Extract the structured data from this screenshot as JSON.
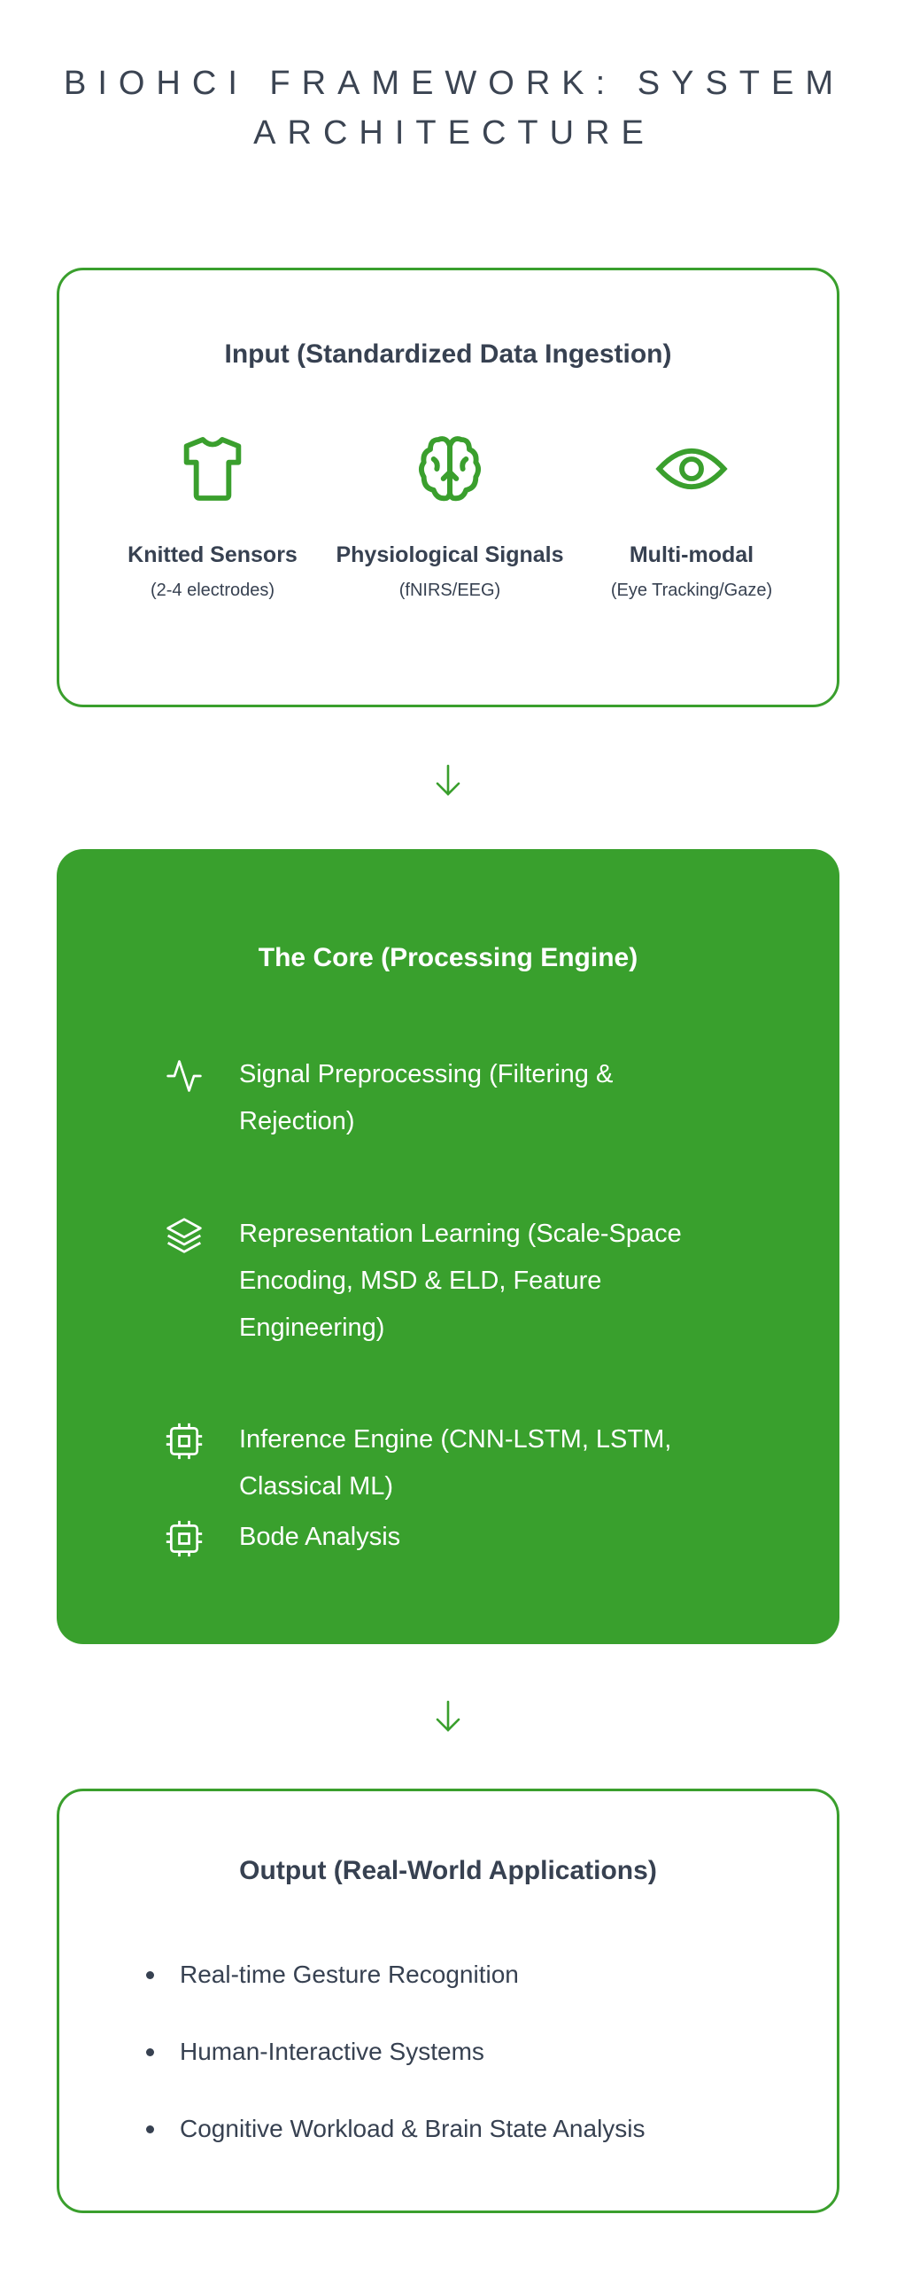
{
  "title": "BIOHCI FRAMEWORK: SYSTEM ARCHITECTURE",
  "colors": {
    "accent": "#39a02d",
    "text": "#374151"
  },
  "input": {
    "heading": "Input (Standardized Data Ingestion)",
    "columns": [
      {
        "icon": "shirt-icon",
        "label": "Knitted Sensors",
        "sub": "(2-4 electrodes)"
      },
      {
        "icon": "brain-icon",
        "label": "Physiological Signals",
        "sub": "(fNIRS/EEG)"
      },
      {
        "icon": "eye-icon",
        "label": "Multi-modal",
        "sub": "(Eye Tracking/Gaze)"
      }
    ]
  },
  "core": {
    "heading": "The Core (Processing Engine)",
    "items": [
      {
        "icon": "activity-icon",
        "text": "Signal Preprocessing (Filtering & Rejection)"
      },
      {
        "icon": "layers-icon",
        "text": "Representation Learning (Scale-Space Encoding, MSD & ELD, Feature Engineering)"
      },
      {
        "icon": "cpu-icon",
        "text": "Inference Engine (CNN-LSTM, LSTM, Classical ML)"
      },
      {
        "icon": "cpu-icon",
        "text": "Bode Analysis"
      }
    ]
  },
  "output": {
    "heading": "Output (Real-World Applications)",
    "items": [
      "Real-time Gesture Recognition",
      "Human-Interactive Systems",
      "Cognitive Workload & Brain State Analysis"
    ]
  }
}
